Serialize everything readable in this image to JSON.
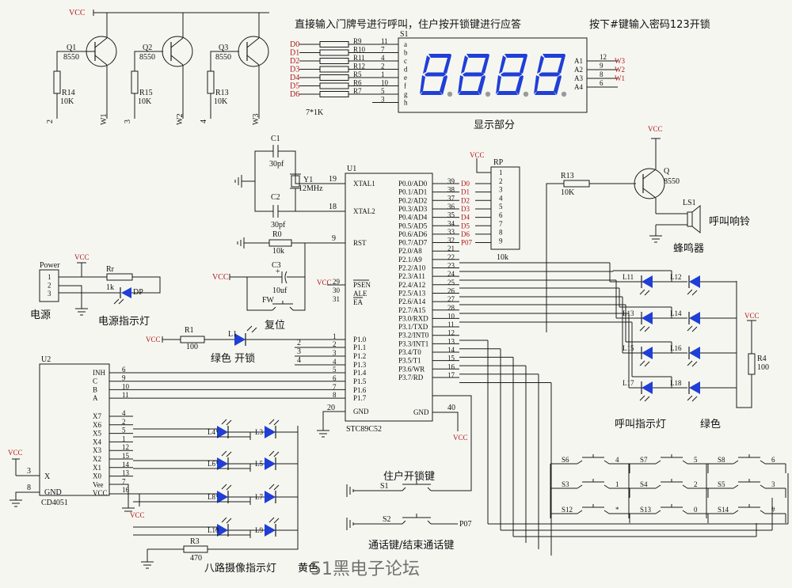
{
  "titles": {
    "display_note": "直接输入门牌号进行呼叫，住户按开锁键进行应答",
    "password_note": "按下#键输入密码123开锁",
    "display_section": "显示部分",
    "ring": "呼叫响铃",
    "buzzer": "蜂鸣器",
    "power": "电源",
    "power_led": "电源指示灯",
    "reset": "复位",
    "green_unlock": "绿色  开锁",
    "call_leds": "呼叫指示灯",
    "green": "绿色",
    "camera_leds": "八路摄像指示灯",
    "yellow": "黄色",
    "unlock_key": "住户开锁键",
    "talk_key": "通话键/结束通话键",
    "watermark": "51黑电子论坛"
  },
  "labels": {
    "vcc": "VCC",
    "gnd": "GND",
    "pnp": "8550",
    "q1": "Q1",
    "q2": "Q2",
    "q3": "Q3",
    "q": "Q",
    "r14": "R14",
    "r15": "R15",
    "r13": "R13",
    "r13b": "R13",
    "r10k": "10K",
    "w1": "W1",
    "w2": "W2",
    "w3": "W3",
    "n2": "2",
    "n3": "3",
    "n4": "4",
    "s1": "S1",
    "res_pack": "7*1K",
    "c1": "C1",
    "c2": "C2",
    "c3": "C3",
    "c30": "30pf",
    "c10u": "10uf",
    "y1": "Y1",
    "y1v": "12MHz",
    "r0": "R0",
    "r0v": "10k",
    "rp": "RP",
    "rpv": "10k",
    "u1": "U1",
    "u1v": "STC89C52",
    "u2": "U2",
    "u2v": "CD4051",
    "power_hdr": "Power",
    "rr": "Rr",
    "rrv": "1k",
    "dp": "DP",
    "r1": "R1",
    "r1v": "100",
    "l1": "L1",
    "fw": "FW",
    "r3": "R3",
    "r3v": "470",
    "r4": "R4",
    "r4v": "100",
    "ls1": "LS1",
    "s2": "S2",
    "s1b": "S1",
    "p07": "P07"
  },
  "seg_rows": [
    {
      "d": "D0",
      "r": "R9",
      "n": "11",
      "s": "a"
    },
    {
      "d": "D1",
      "r": "R10",
      "n": "7",
      "s": "b"
    },
    {
      "d": "D2",
      "r": "R11",
      "n": "4",
      "s": "c"
    },
    {
      "d": "D3",
      "r": "R12",
      "n": "2",
      "s": "d"
    },
    {
      "d": "D4",
      "r": "R5",
      "n": "1",
      "s": "e"
    },
    {
      "d": "D5",
      "r": "R6",
      "n": "10",
      "s": "f"
    },
    {
      "d": "D6",
      "r": "R7",
      "n": "5",
      "s": "g"
    },
    {
      "d": "",
      "r": "",
      "n": "3",
      "s": "h"
    }
  ],
  "digits": [
    {
      "a": "A1",
      "n": "12",
      "w": "W3"
    },
    {
      "a": "A2",
      "n": "9",
      "w": "W2"
    },
    {
      "a": "A3",
      "n": "8",
      "w": "W1"
    },
    {
      "a": "A4",
      "n": "6",
      "w": ""
    }
  ],
  "mcu_left": [
    {
      "pin": "19",
      "name": "XTAL1"
    },
    {
      "pin": "18",
      "name": "XTAL2"
    },
    {
      "pin": "9",
      "name": "RST"
    },
    {
      "pin": "29",
      "name": "PSEN"
    },
    {
      "pin": "30",
      "name": "ALE"
    },
    {
      "pin": "31",
      "name": "EA"
    },
    {
      "pin": "1",
      "name": "P1.0"
    },
    {
      "pin": "2",
      "name": "P1.1"
    },
    {
      "pin": "3",
      "name": "P1.2"
    },
    {
      "pin": "4",
      "name": "P1.3"
    },
    {
      "pin": "5",
      "name": "P1.4"
    },
    {
      "pin": "6",
      "name": "P1.5"
    },
    {
      "pin": "7",
      "name": "P1.6"
    },
    {
      "pin": "8",
      "name": "P1.7"
    },
    {
      "pin": "20",
      "name": "GND"
    }
  ],
  "mcu_right": [
    {
      "pin": "39",
      "name": "P0.0/AD0",
      "net": "D0"
    },
    {
      "pin": "38",
      "name": "P0.1/AD1",
      "net": "D1"
    },
    {
      "pin": "37",
      "name": "P0.2/AD2",
      "net": "D2"
    },
    {
      "pin": "36",
      "name": "P0.3/AD3",
      "net": "D3"
    },
    {
      "pin": "35",
      "name": "P0.4/AD4",
      "net": "D4"
    },
    {
      "pin": "34",
      "name": "P0.5/AD5",
      "net": "D5"
    },
    {
      "pin": "33",
      "name": "P0.6/AD6",
      "net": "D6"
    },
    {
      "pin": "32",
      "name": "P0.7/AD7",
      "net": "P07"
    },
    {
      "pin": "21",
      "name": "P2.0/A8",
      "net": ""
    },
    {
      "pin": "22",
      "name": "P2.1/A9",
      "net": ""
    },
    {
      "pin": "23",
      "name": "P2.2/A10",
      "net": ""
    },
    {
      "pin": "24",
      "name": "P2.3/A11",
      "net": ""
    },
    {
      "pin": "25",
      "name": "P2.4/A12",
      "net": ""
    },
    {
      "pin": "26",
      "name": "P2.5/A13",
      "net": ""
    },
    {
      "pin": "27",
      "name": "P2.6/A14",
      "net": ""
    },
    {
      "pin": "28",
      "name": "P2.7/A15",
      "net": ""
    },
    {
      "pin": "10",
      "name": "P3.0/RXD",
      "net": ""
    },
    {
      "pin": "11",
      "name": "P3.1/TXD",
      "net": ""
    },
    {
      "pin": "12",
      "name": "P3.2/INT0",
      "net": ""
    },
    {
      "pin": "13",
      "name": "P3.3/INT1",
      "net": ""
    },
    {
      "pin": "14",
      "name": "P3.4/T0",
      "net": ""
    },
    {
      "pin": "15",
      "name": "P3.5/T1",
      "net": ""
    },
    {
      "pin": "16",
      "name": "P3.6/WR",
      "net": ""
    },
    {
      "pin": "17",
      "name": "P3.7/RD",
      "net": ""
    },
    {
      "pin": "40",
      "name": "GND",
      "net": ""
    }
  ],
  "u2_left": [
    {
      "pin": "6",
      "name": "INH"
    },
    {
      "pin": "9",
      "name": "C"
    },
    {
      "pin": "10",
      "name": "B"
    },
    {
      "pin": "11",
      "name": "A"
    },
    {
      "pin": "4",
      "name": "X7"
    },
    {
      "pin": "2",
      "name": "X6"
    },
    {
      "pin": "5",
      "name": "X5"
    },
    {
      "pin": "1",
      "name": "X4"
    },
    {
      "pin": "12",
      "name": "X3"
    },
    {
      "pin": "15",
      "name": "X2"
    },
    {
      "pin": "14",
      "name": "X1"
    },
    {
      "pin": "13",
      "name": "X0"
    },
    {
      "pin": "7",
      "name": "Vee"
    },
    {
      "pin": "16",
      "name": "VCC"
    }
  ],
  "u2_x": {
    "pin": "3",
    "name": "X"
  },
  "u2_gnd": {
    "pin": "8",
    "name": "GND"
  },
  "power_pins": [
    "1",
    "2",
    "3"
  ],
  "rp_pins": [
    "1",
    "2",
    "3",
    "4",
    "5",
    "6",
    "7",
    "8",
    "9"
  ],
  "call_led_names": [
    "L11",
    "L12",
    "L13",
    "L14",
    "L15",
    "L16",
    "L17",
    "L18"
  ],
  "cam_led_names": [
    "L4",
    "L3",
    "L6",
    "L5",
    "L8",
    "L7",
    "L10",
    "L9"
  ],
  "keys": [
    {
      "s": "S6",
      "k": "4"
    },
    {
      "s": "S7",
      "k": "5"
    },
    {
      "s": "S8",
      "k": "6"
    },
    {
      "s": "S3",
      "k": "1"
    },
    {
      "s": "S4",
      "k": "2"
    },
    {
      "s": "S5",
      "k": "3"
    },
    {
      "s": "S12",
      "k": "*"
    },
    {
      "s": "S13",
      "k": "0"
    },
    {
      "s": "S14",
      "k": "#"
    }
  ],
  "colors": {
    "segment": "#1f3fd6",
    "led": "#1f3fd6",
    "wire": "#1a1a1a",
    "vcc": "#b01818"
  }
}
